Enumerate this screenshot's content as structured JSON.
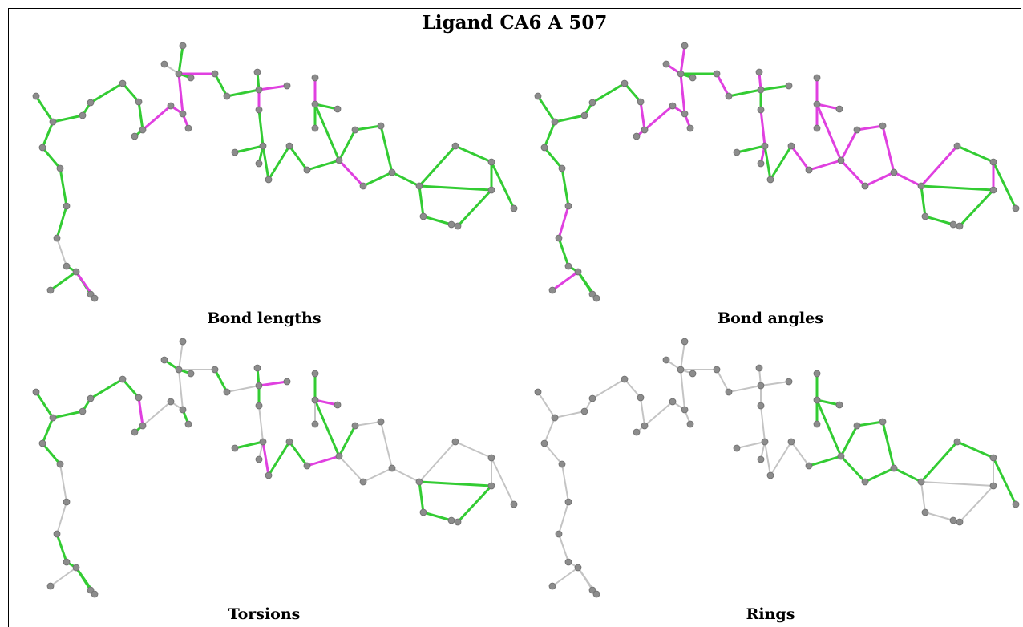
{
  "title": "Ligand CA6 A 507",
  "colors": {
    "good": "#33cc33",
    "outlier": "#e040e0",
    "neutral": "#c4c4c4",
    "atom": "#8c8c8c"
  },
  "panels": [
    {
      "caption": "Bond lengths",
      "bond_states": "GGGGGGGNGGGPGGGGPPPPNGGPGGPGPGGGGGGGGPGGGGGGPGGGGG"
    },
    {
      "caption": "Bond angles",
      "bond_states": "GGGGGGPGGPGGGGPPPPPPPPGGPGGPGPGPGGPPPPPPPPPPPPPGGP"
    },
    {
      "caption": "Torsions",
      "bond_states": "GGGGGNNGGNGGGGPGNNGNGNGNGNPGGNGNPGGPGGPNGNNNNNNNNN"
    },
    {
      "caption": "Rings",
      "bond_states": "NNNNNNNNNNNNNNNNNNNNNNNNNNNNNNNNNNNGGGGGGGGGGGGGGN"
    }
  ]
}
